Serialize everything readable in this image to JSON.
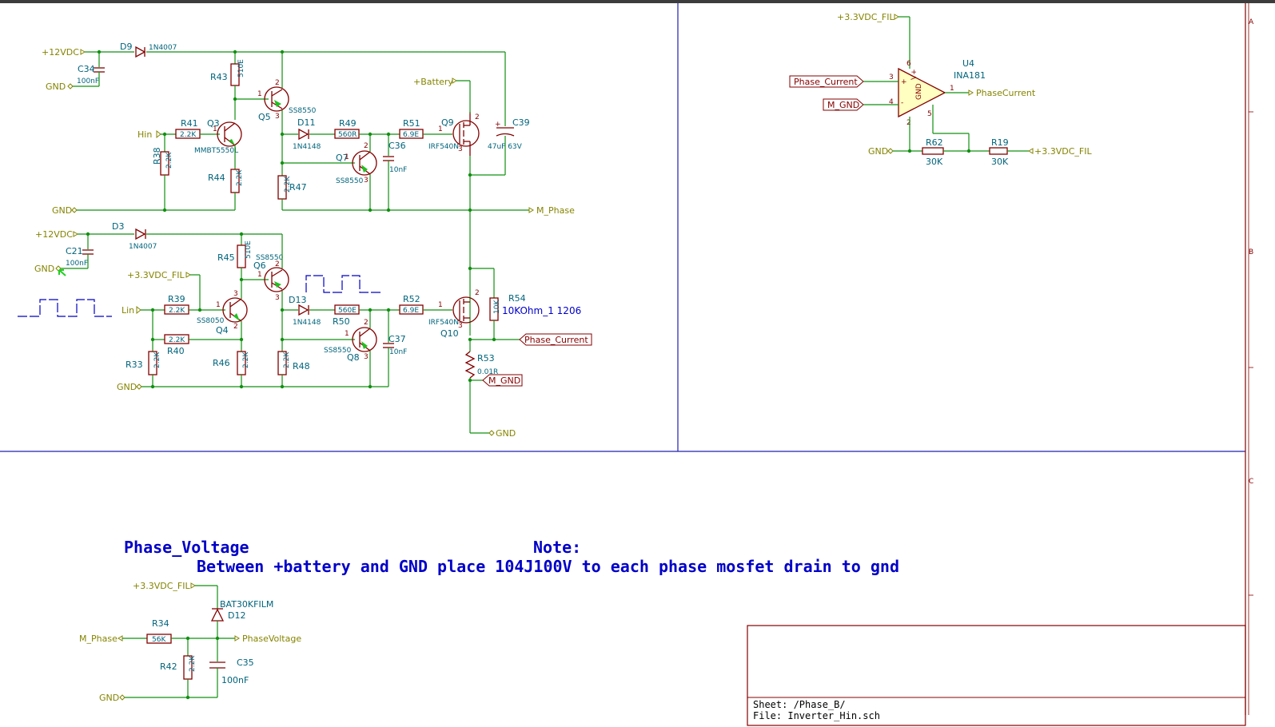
{
  "notes": {
    "title": "Phase_Voltage",
    "note_heading": "Note:",
    "note_body": "Between +battery and GND place 104J100V to each phase mosfet drain to gnd"
  },
  "title_block": {
    "sheet": "Sheet: /Phase_B/",
    "file": "File: Inverter_Hin.sch"
  },
  "border_letters": [
    "A",
    "B",
    "C"
  ],
  "power": {
    "v12": "+12VDC",
    "gnd": "GND",
    "v33": "+3.3VDC_FIL",
    "battery": "+Battery",
    "v33_short": "+3.3VDC_FIL"
  },
  "nets": {
    "hin": "Hin",
    "lin": "Lin",
    "m_phase": "M_Phase",
    "phase_current": "Phase_Current",
    "m_gnd": "M_GND",
    "phase_current_out": "PhaseCurrent",
    "phase_voltage": "PhaseVoltage"
  },
  "components": {
    "D9": {
      "ref": "D9",
      "value": "1N4007"
    },
    "C34": {
      "ref": "C34",
      "value": "100nF"
    },
    "R43": {
      "ref": "R43",
      "value": "510E"
    },
    "Q5": {
      "ref": "Q5",
      "value": "SS8550"
    },
    "R41": {
      "ref": "R41",
      "value": "2.2K"
    },
    "Q3": {
      "ref": "Q3",
      "value": "MMBT5550L"
    },
    "R38": {
      "ref": "R38",
      "value": "2.2K"
    },
    "R44": {
      "ref": "R44",
      "value": "2.2K"
    },
    "D11": {
      "ref": "D11",
      "value": "1N4148"
    },
    "R49": {
      "ref": "R49",
      "value": "560R"
    },
    "R51": {
      "ref": "R51",
      "value": "6.9E"
    },
    "Q9": {
      "ref": "Q9",
      "value": "IRF540N"
    },
    "C39": {
      "ref": "C39",
      "value": "47uF 63V"
    },
    "C36": {
      "ref": "C36",
      "value": "10nF"
    },
    "Q7": {
      "ref": "Q7",
      "value": "SS8550"
    },
    "R47": {
      "ref": "R47",
      "value": "2.2K"
    },
    "D3": {
      "ref": "D3",
      "value": "1N4007"
    },
    "C21": {
      "ref": "C21",
      "value": "100nF"
    },
    "R45": {
      "ref": "R45",
      "value": "510E"
    },
    "Q6": {
      "ref": "Q6",
      "value": "SS8550"
    },
    "R39": {
      "ref": "R39",
      "value": "2.2K"
    },
    "Q4": {
      "ref": "Q4",
      "value": "SS8050"
    },
    "R40": {
      "ref": "R40",
      "value": "2.2K"
    },
    "R33": {
      "ref": "R33",
      "value": "2.2K"
    },
    "R46": {
      "ref": "R46",
      "value": "2.2K"
    },
    "D13": {
      "ref": "D13",
      "value": "1N4148"
    },
    "R50": {
      "ref": "R50",
      "value": "560E"
    },
    "R52": {
      "ref": "R52",
      "value": "6.9E"
    },
    "Q10": {
      "ref": "Q10",
      "value": "IRF540N"
    },
    "R54": {
      "ref": "R54",
      "value": "10KOhm_1 1206",
      "body": "10K"
    },
    "C37": {
      "ref": "C37",
      "value": "10nF"
    },
    "Q8": {
      "ref": "Q8",
      "value": "SS8550"
    },
    "R48": {
      "ref": "R48",
      "value": "2.2K"
    },
    "R53": {
      "ref": "R53",
      "value": "0.01R"
    },
    "U4": {
      "ref": "U4",
      "value": "INA181"
    },
    "R62": {
      "ref": "R62",
      "value": "30K"
    },
    "R19": {
      "ref": "R19",
      "value": "30K"
    },
    "R34": {
      "ref": "R34",
      "value": "56K"
    },
    "R42": {
      "ref": "R42",
      "value": "2.2K"
    },
    "D12": {
      "ref": "D12",
      "value": "BAT30KFILM"
    },
    "C35": {
      "ref": "C35",
      "value": "100nF"
    }
  },
  "pins": {
    "p1": "1",
    "p2": "2",
    "p3": "3",
    "p4": "4",
    "p5": "5",
    "p6": "6",
    "opamp_gnd": "GND",
    "opamp_vplus": "V+",
    "plus": "+",
    "minus": "-"
  }
}
